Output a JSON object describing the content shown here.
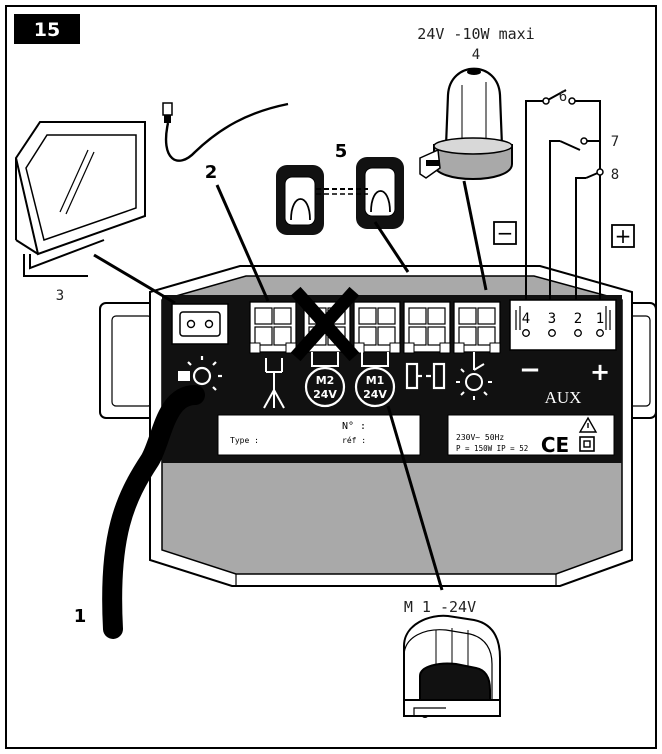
{
  "figure": {
    "number": "15",
    "lamp_spec": "24V -10W maxi",
    "motor_label": "M 1 -24V"
  },
  "callouts": {
    "n1": "1",
    "n2": "2",
    "n3": "3",
    "n4": "4",
    "n5": "5",
    "n6": "6",
    "n7": "7",
    "n8": "8"
  },
  "aux_block": {
    "minus_box": "−",
    "plus_box": "+",
    "pins": [
      "4",
      "3",
      "2",
      "1"
    ],
    "minus": "−",
    "plus": "+",
    "label": "AUX"
  },
  "motors": {
    "m2_name": "M2",
    "m2_volt": "24V",
    "m1_name": "M1",
    "m1_volt": "24V"
  },
  "rating_plate": {
    "type_label": "Type :",
    "number_label": "N° :",
    "ref_label": "réf :"
  },
  "spec_plate": {
    "line1": "230V~ 50Hz",
    "line2": "P = 150W  IP = 52",
    "ce_mark": "CE"
  },
  "colors": {
    "housing": "#a9a9a9",
    "panel": "#111111",
    "outline": "#000000",
    "background": "#ffffff"
  }
}
